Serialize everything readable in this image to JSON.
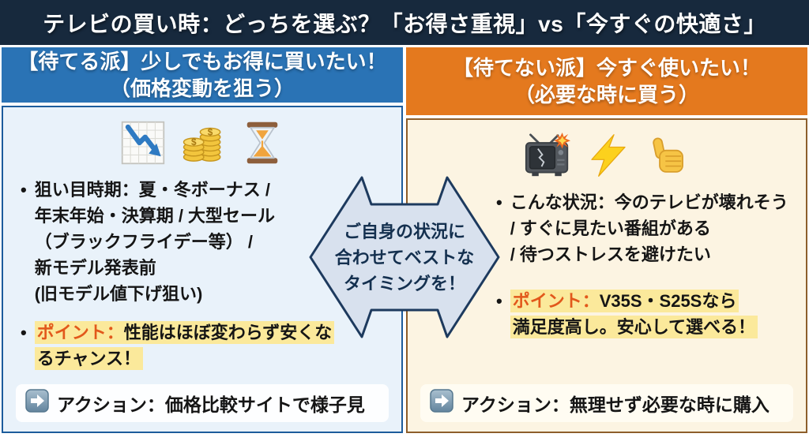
{
  "title": "テレビの買い時：どっちを選ぶ？「お得さ重視」vs「今すぐの快適さ」",
  "ui": {
    "bullet": "•"
  },
  "center_arrow": {
    "text": "ご自身の状況に\n合わせてベストな\nタイミングを！"
  },
  "left": {
    "header_line1": "【待てる派】少しでもお得に買いたい！",
    "header_line2": "（価格変動を狙う）",
    "icons": [
      "chart-decreasing-icon",
      "coins-icon",
      "hourglass-icon"
    ],
    "bullet1": "狙い目時期：夏・冬ボーナス /\n年末年始・決算期 / 大型セール\n（ブラックフライデー等） /\n新モデル発表前\n(旧モデル値下げ狙い)",
    "point_label": "ポイント：",
    "point_text": "性能はほぼ変わらず安くな\nるチャンス！",
    "action_text": "アクション：価格比較サイトで様子見"
  },
  "right": {
    "header_line1": "【待てない派】今すぐ使いたい！",
    "header_line2": "（必要な時に買う）",
    "icons": [
      "broken-tv-icon",
      "lightning-icon",
      "thumbs-up-icon"
    ],
    "bullet1": "こんな状況：今のテレビが壊れそう\n/ すぐに見たい番組がある\n/ 待つストレスを避けたい",
    "point_label": "ポイント：",
    "point_text": "V35S・S25Sなら\n満足度高し。安心して選べる！",
    "action_text": "アクション：無理せず必要な時に購入"
  },
  "colors": {
    "title_bar": "#17293d",
    "left_header": "#2a73b5",
    "right_header": "#e4791e",
    "left_panel_bg": "#e9f2fa",
    "left_panel_border": "#1c5c9c",
    "right_panel_bg": "#fcf4e2",
    "right_panel_border": "#8d5e2b",
    "highlight": "#fbe99b",
    "point_label": "#e2581b",
    "arrow_fill": "#d8e1ee",
    "arrow_border": "#1d3a5e"
  }
}
